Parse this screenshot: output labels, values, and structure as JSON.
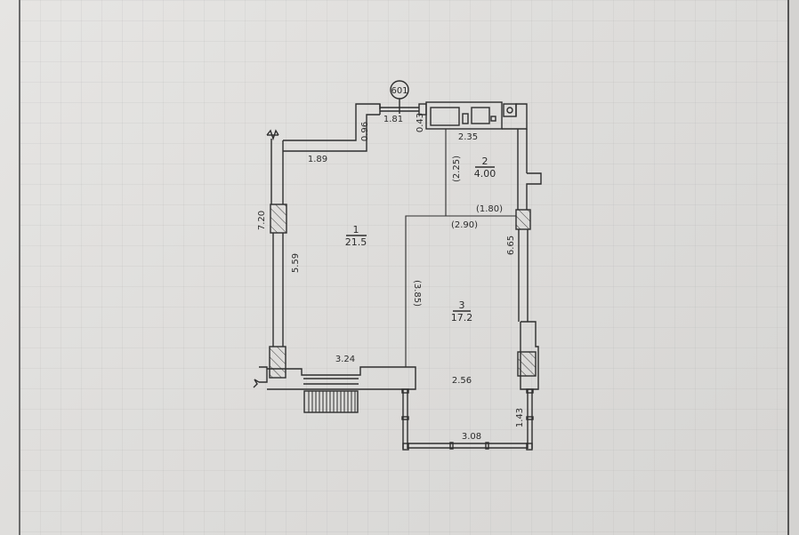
{
  "plan": {
    "apartment_number": "601",
    "colors": {
      "line": "#2e2e2e",
      "paper": "#e2e1df",
      "grid": "#c8c8c8"
    },
    "rooms": [
      {
        "number": "1",
        "area": "21.5"
      },
      {
        "number": "2",
        "area": "4.00"
      },
      {
        "number": "3",
        "area": "17.2"
      }
    ],
    "dimensions": {
      "top_opening": "1.81",
      "top_left_jog": "0.96",
      "top_small": "0.43",
      "bathroom_width": "2.35",
      "upper_left_wall": "1.89",
      "bathroom_height": "(2.25)",
      "partition_upper": "(1.80)",
      "partition_lower": "(2.90)",
      "left_total": "7.20",
      "left_inner": "5.59",
      "right_wall": "6.65",
      "partition_vertical": "(3.85)",
      "bottom_left": "3.24",
      "balcony_depth": "2.56",
      "balcony_side": "1.43",
      "balcony_width": "3.08"
    }
  }
}
